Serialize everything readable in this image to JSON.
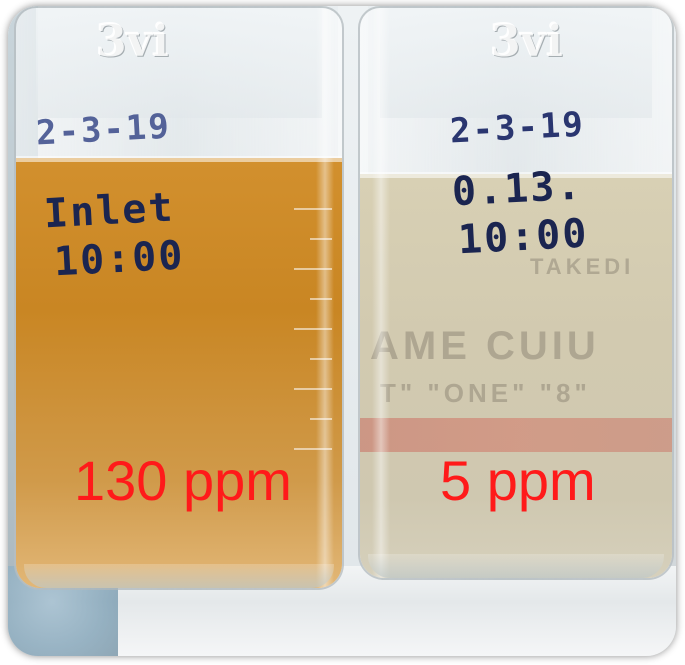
{
  "jars": [
    {
      "emboss": "3vi",
      "date": "2-3-19",
      "label": "Inlet",
      "time": "10:00",
      "concentration": "130 ppm",
      "liquid_color": "#c98623"
    },
    {
      "emboss": "3vi",
      "date": "2-3-19",
      "label": "0.13.",
      "time": "10:00",
      "concentration": "5 ppm",
      "liquid_color": "#d2cab0"
    }
  ],
  "background_print": {
    "line1": "TAKEDI",
    "line2": "AME  CUIU",
    "line3": "T\" \"ONE\" \"8\""
  },
  "annotation_color": "#ff1a1a"
}
